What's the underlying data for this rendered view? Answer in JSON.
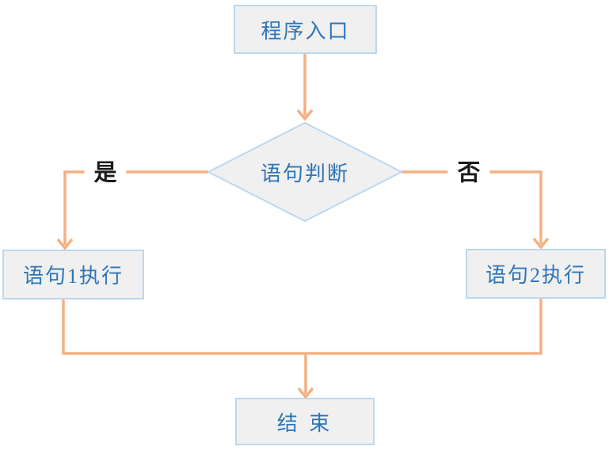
{
  "flowchart": {
    "title": "statement-branch-flowchart",
    "nodes": {
      "entry": {
        "label": "程序入口",
        "shape": "rectangle"
      },
      "decision": {
        "label": "语句判断",
        "shape": "diamond"
      },
      "stmt1": {
        "label": "语句1执行",
        "shape": "rectangle"
      },
      "stmt2": {
        "label": "语句2执行",
        "shape": "rectangle"
      },
      "end": {
        "label": "结 束",
        "shape": "rectangle"
      }
    },
    "branches": {
      "yes": {
        "label": "是"
      },
      "no": {
        "label": "否"
      }
    },
    "edges": [
      {
        "from": "entry",
        "to": "decision",
        "label": ""
      },
      {
        "from": "decision",
        "to": "stmt1",
        "label": "是"
      },
      {
        "from": "decision",
        "to": "stmt2",
        "label": "否"
      },
      {
        "from": "stmt1",
        "to": "end",
        "label": ""
      },
      {
        "from": "stmt2",
        "to": "end",
        "label": ""
      }
    ],
    "colors": {
      "connector": "#F4B183",
      "node_border": "#BDD7EE",
      "node_fill": "#F0F0F1",
      "node_text": "#2E75B6",
      "branch_text": "#1A1A1A",
      "background": "#FFFFFF"
    }
  }
}
